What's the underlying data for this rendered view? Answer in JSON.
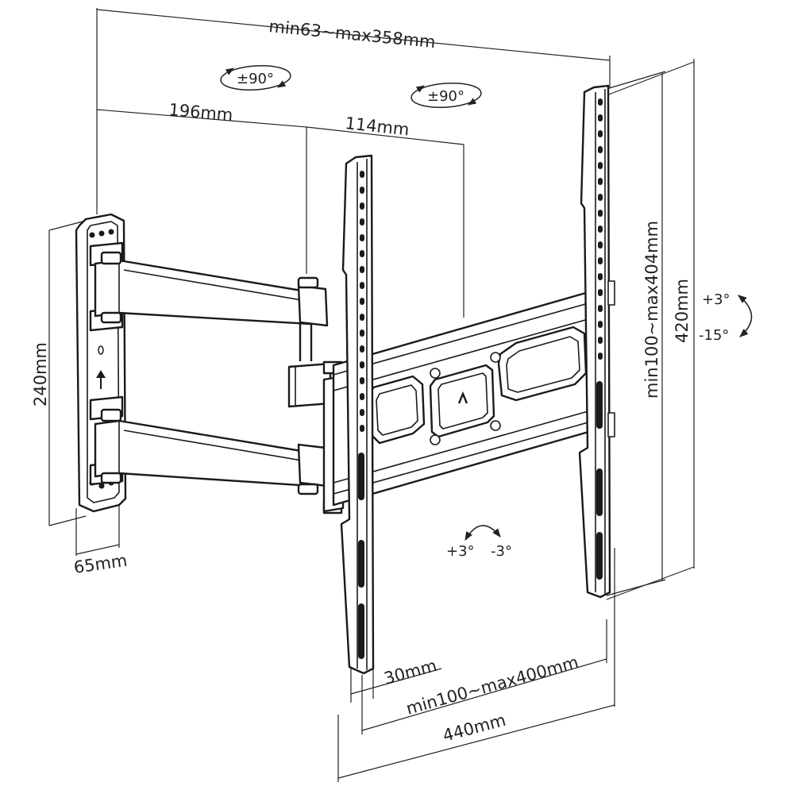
{
  "dimensions": {
    "depth_range": "min63~max358mm",
    "arm_first": "196mm",
    "arm_second": "114mm",
    "wall_plate_height": "240mm",
    "wall_plate_width": "65mm",
    "vesa_vertical": "min100~max404mm",
    "rail_height": "420mm",
    "rail_width": "30mm",
    "vesa_horizontal": "min100~max400mm",
    "total_width": "440mm"
  },
  "rotations": {
    "swivel_wall": "±90°",
    "swivel_arm": "±90°",
    "tilt_up": "+3°",
    "tilt_down": "-15°",
    "level_plus": "+3°",
    "level_minus": "-3°"
  },
  "icons": [
    "arrow-up-icon",
    "chevron-up-icon"
  ]
}
